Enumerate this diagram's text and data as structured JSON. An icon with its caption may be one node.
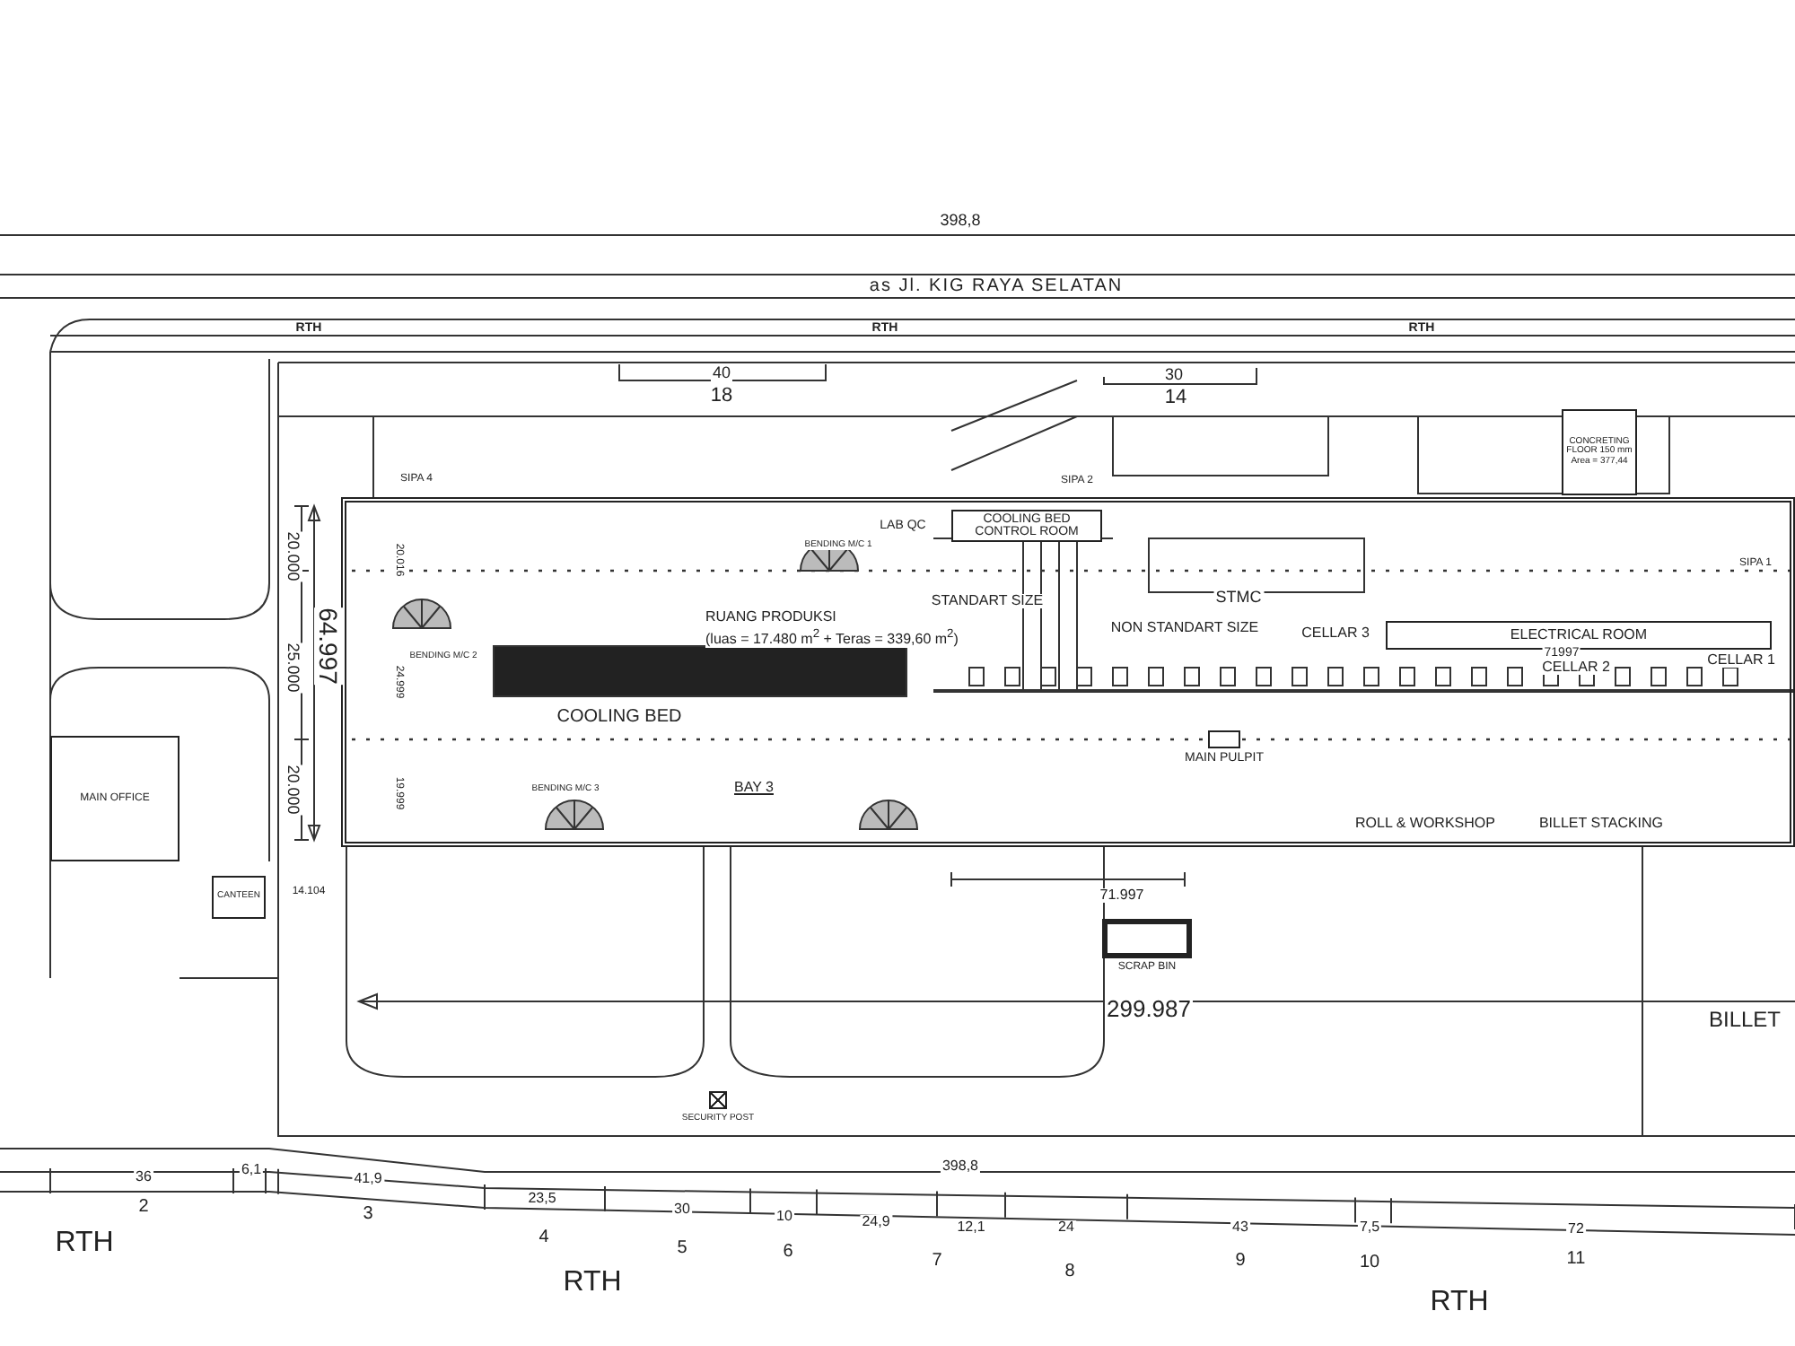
{
  "diagram": {
    "nodes": [
      {
        "text": [
          "RUANG PRODUKSI",
          "(luas  = 17.480 m$^{2}$ + Teras = 339,60 m$^{2}$)"
        ]
      },
      {
        "text": [
          "COOLING BED CONTROL ROOM"
        ],
        "in": 0
      },
      {
        "text": [
          "MAIN PULPIT"
        ],
        "in": 0
      },
      {
        "text": [
          "ELECTRICAL ROOM"
        ],
        "in": 0
      },
      {
        "text": [
          "CONCRETING FLOOR 150 mm Area = 377,44"
        ]
      },
      {
        "text": [
          "MAIN OFFICE"
        ]
      },
      {
        "text": [
          "CANTEEN"
        ]
      },
      {
        "text": [
          "SCRAP BIN"
        ]
      },
      {
        "text": [
          "SECURITY POST"
        ]
      }
    ],
    "labels": [
      "398,8",
      "as Jl. KIG RAYA SELATAN",
      "RTH",
      "RTH",
      "RTH",
      "40",
      "18",
      "30",
      "14",
      "SIPA 4",
      "SIPA 2",
      "LAB QC",
      "BENDING M/C 1",
      "SIPA 1",
      "20.000",
      "20.016",
      "STANDART SIZE",
      "STMC",
      "NON STANDART SIZE",
      "CELLAR 3",
      "71997",
      "CELLAR 2",
      "CELLAR 1",
      "BENDING M/C 2",
      "64.997",
      "25.000",
      "24.999",
      "COOLING BED",
      "20.000",
      "19.999",
      "BENDING M/C 3",
      "BAY 3",
      "ROLL & WORKSHOP",
      "BILLET STACKING",
      "14.104",
      "71.997",
      "299.987",
      "BILLET",
      "398,8",
      "36",
      "6,1",
      "41,9",
      "2",
      "3",
      "23,5",
      "30",
      "10",
      "24,9",
      "4",
      "5",
      "6",
      "12,1",
      "24",
      "43",
      "7,5",
      "72",
      "7",
      "8",
      "9",
      "10",
      "11",
      "RTH",
      "RTH",
      "RTH"
    ]
  }
}
